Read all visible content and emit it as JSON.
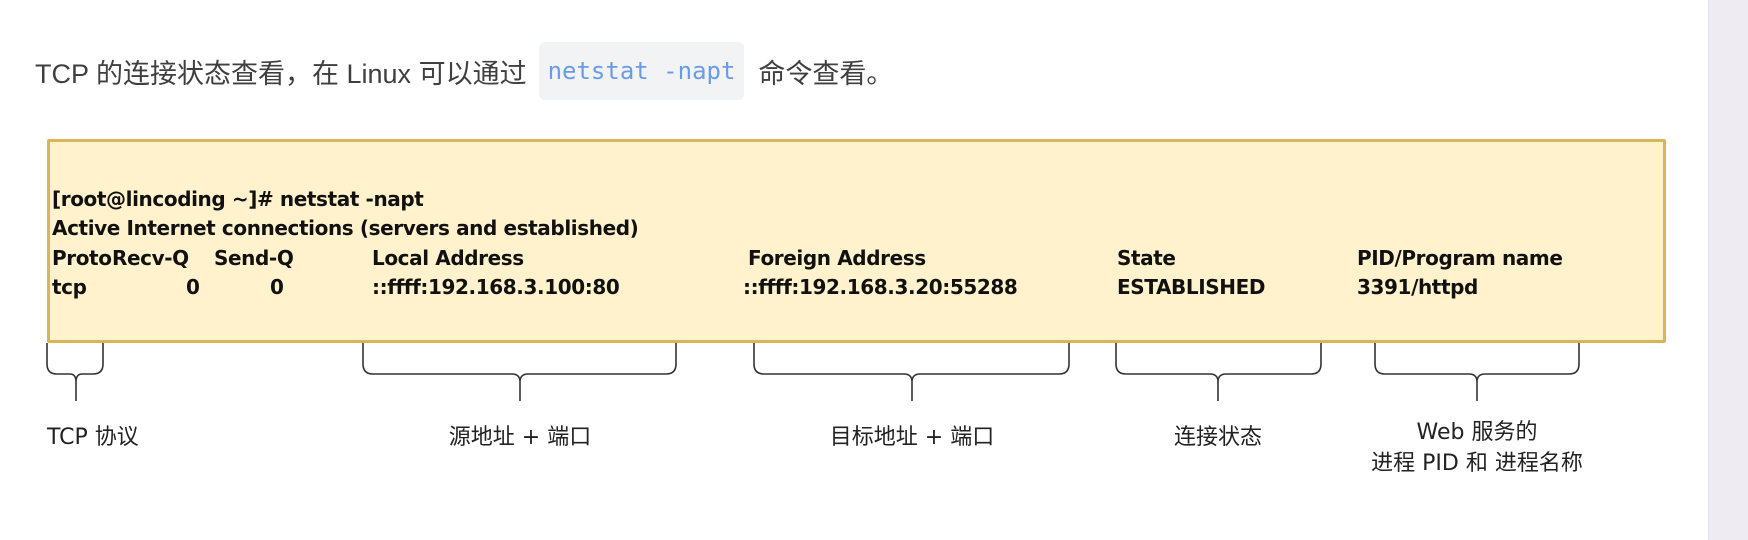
{
  "intro": {
    "text_before": "TCP 的连接状态查看，在 Linux 可以通过",
    "code": "netstat -napt",
    "text_after": "命令查看。"
  },
  "terminal": {
    "prompt_line": "[root@lincoding ~]# netstat -napt",
    "info_line": "Active Internet connections (servers and established)",
    "headers": {
      "proto": "Proto",
      "recv_q": "Recv-Q",
      "send_q": "Send-Q",
      "local_address": "Local Address",
      "foreign_address": "Foreign Address",
      "state": "State",
      "pid_program": "PID/Program name"
    },
    "row": {
      "proto": "tcp",
      "recv_q": "0",
      "send_q": "0",
      "local_address": "::ffff:192.168.3.100:80",
      "foreign_address": "::ffff:192.168.3.20:55288",
      "state": "ESTABLISHED",
      "pid_program": "3391/httpd"
    }
  },
  "annotations": {
    "proto": "TCP 协议",
    "local": "源地址 + 端口",
    "foreign": "目标地址 + 端口",
    "state": "连接状态",
    "pid_line1": "Web 服务的",
    "pid_line2": "进程 PID 和 进程名称"
  },
  "colors": {
    "code_text": "#6a9be8",
    "code_bg": "#f2f3f4",
    "box_fill": "#fff2cc",
    "box_border": "#d6b656",
    "sidebar": "#eeecf2"
  }
}
